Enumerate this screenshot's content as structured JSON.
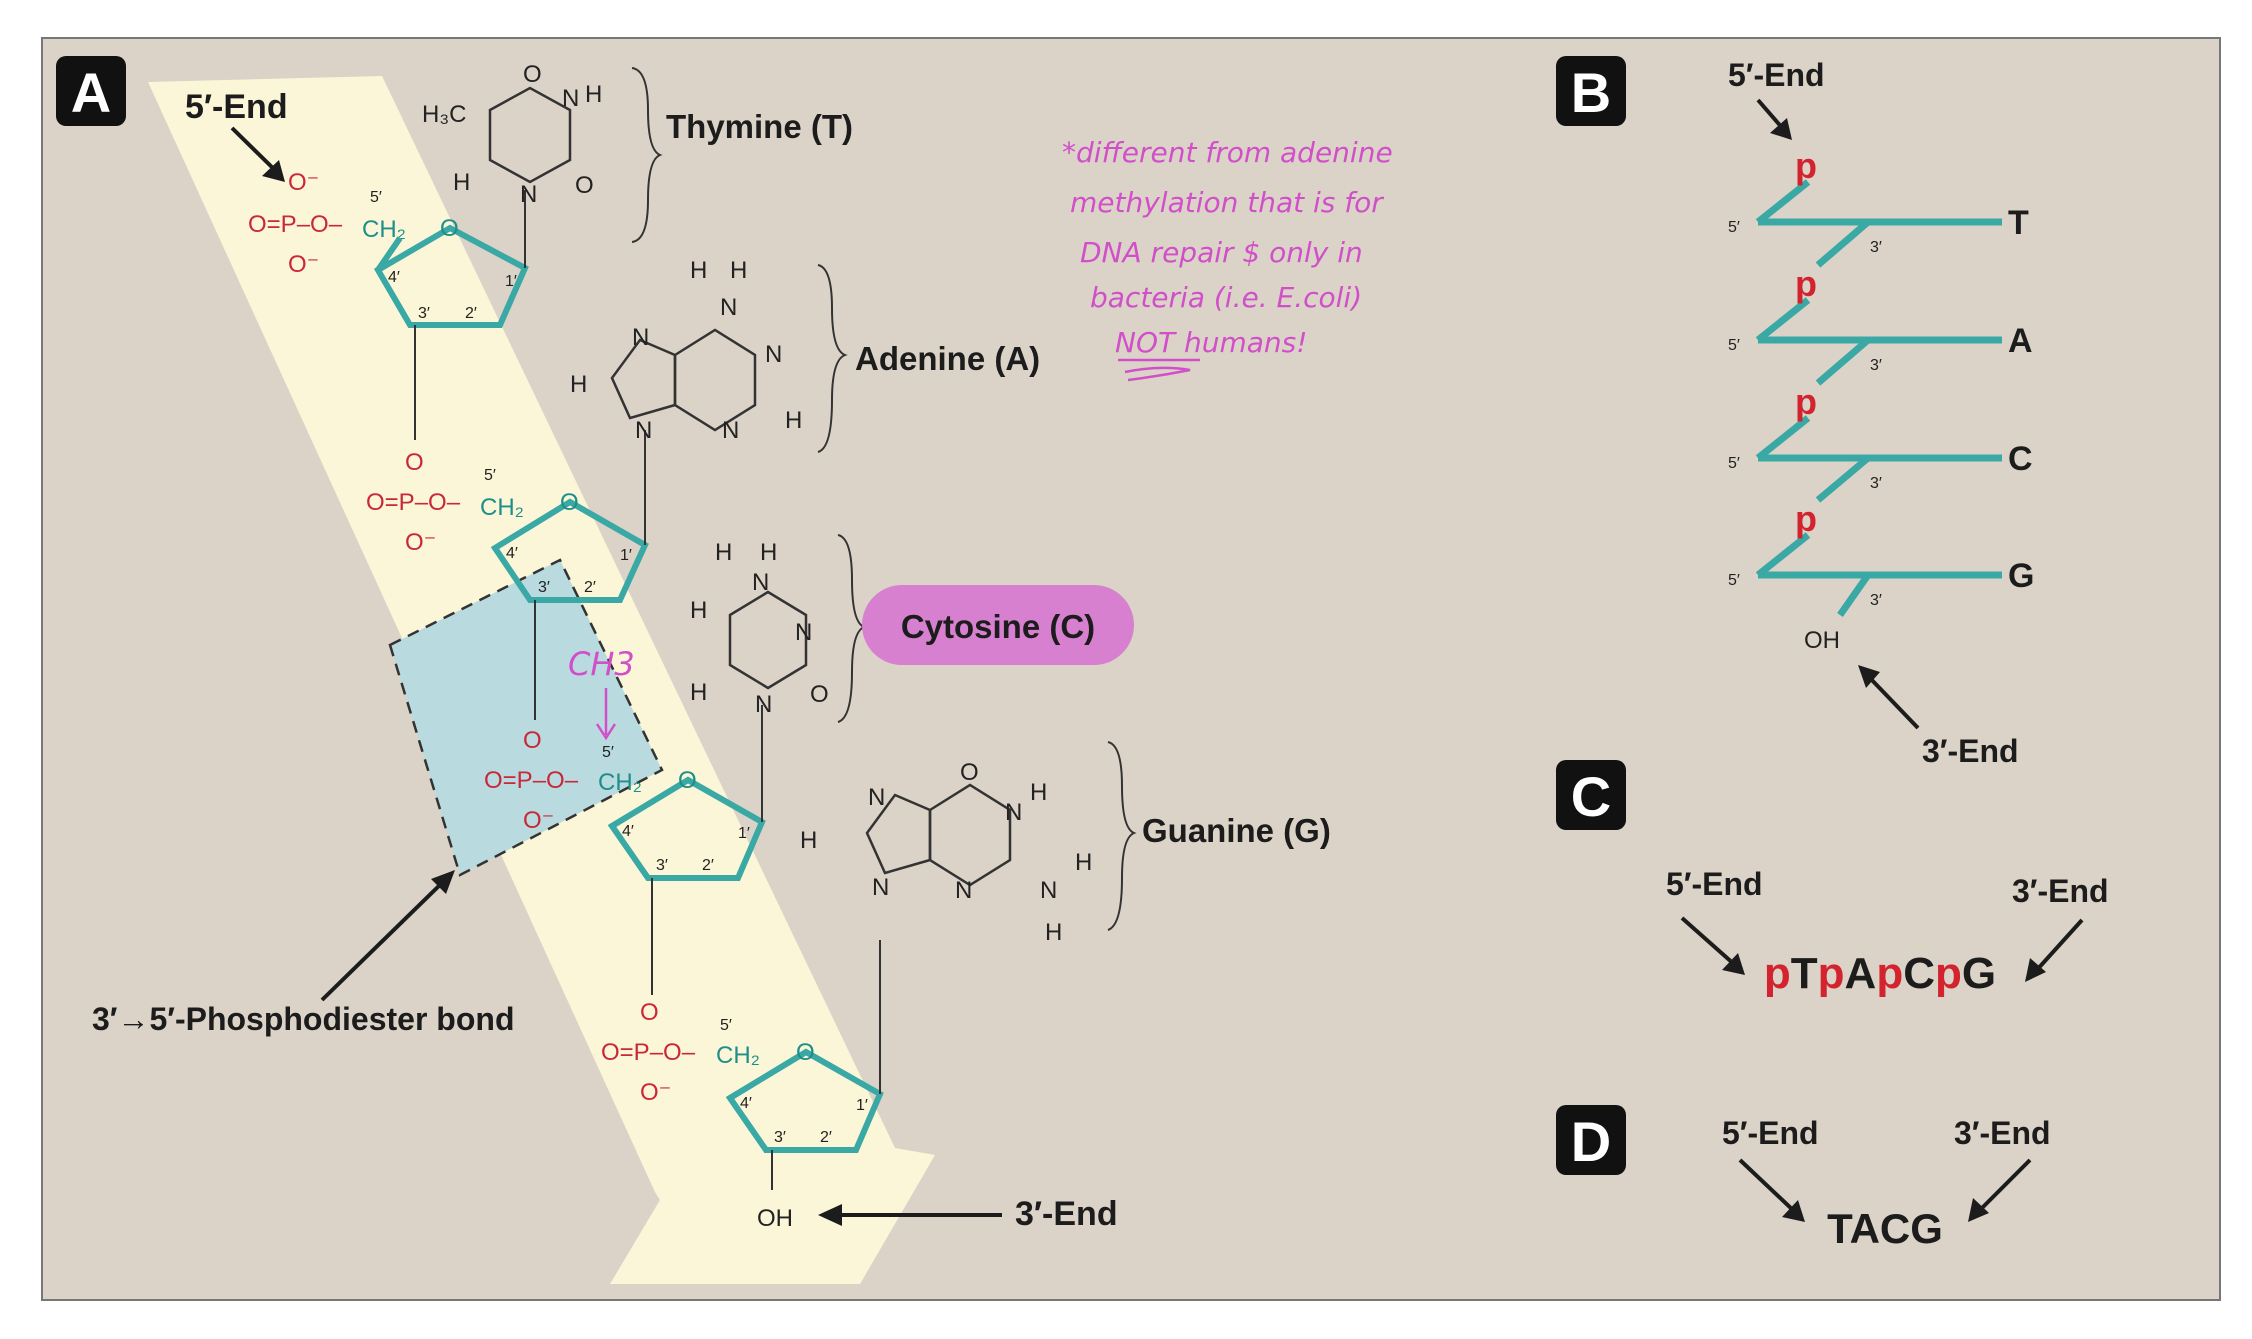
{
  "panels": {
    "a": "A",
    "b": "B",
    "c": "C",
    "d": "D"
  },
  "bases": {
    "thymine": "Thymine (T)",
    "adenine": "Adenine (A)",
    "cytosine": "Cytosine (C)",
    "guanine": "Guanine (G)"
  },
  "labels": {
    "five_end": "5′-End",
    "three_end": "3′-End",
    "phosphodiester": "3′→5′-Phosphodiester bond",
    "oh": "OH",
    "ch3": "CH3"
  },
  "annotation": {
    "line1": "*different from adenine",
    "line2": "methylation that is for",
    "line3": "DNA repair $ only in",
    "line4": "bacteria (i.e. E.coli)",
    "line5": "NOT humans!"
  },
  "panel_b": {
    "p": "p",
    "five_prime": "5′",
    "three_prime": "3′",
    "bases": [
      "T",
      "A",
      "C",
      "G"
    ]
  },
  "panel_c": {
    "seq": [
      "p",
      "T",
      "p",
      "A",
      "p",
      "C",
      "p",
      "G"
    ]
  },
  "panel_d": {
    "seq": "TACG"
  },
  "colors": {
    "background": "#dbd3c8",
    "strand": "#3aa8a4",
    "phosphate": "#c8283a",
    "highlight_box": "#b9dbe0",
    "arrow_band": "#fbf6d8",
    "annotation": "#d14fc9",
    "cytosine_badge": "#d680cf"
  }
}
